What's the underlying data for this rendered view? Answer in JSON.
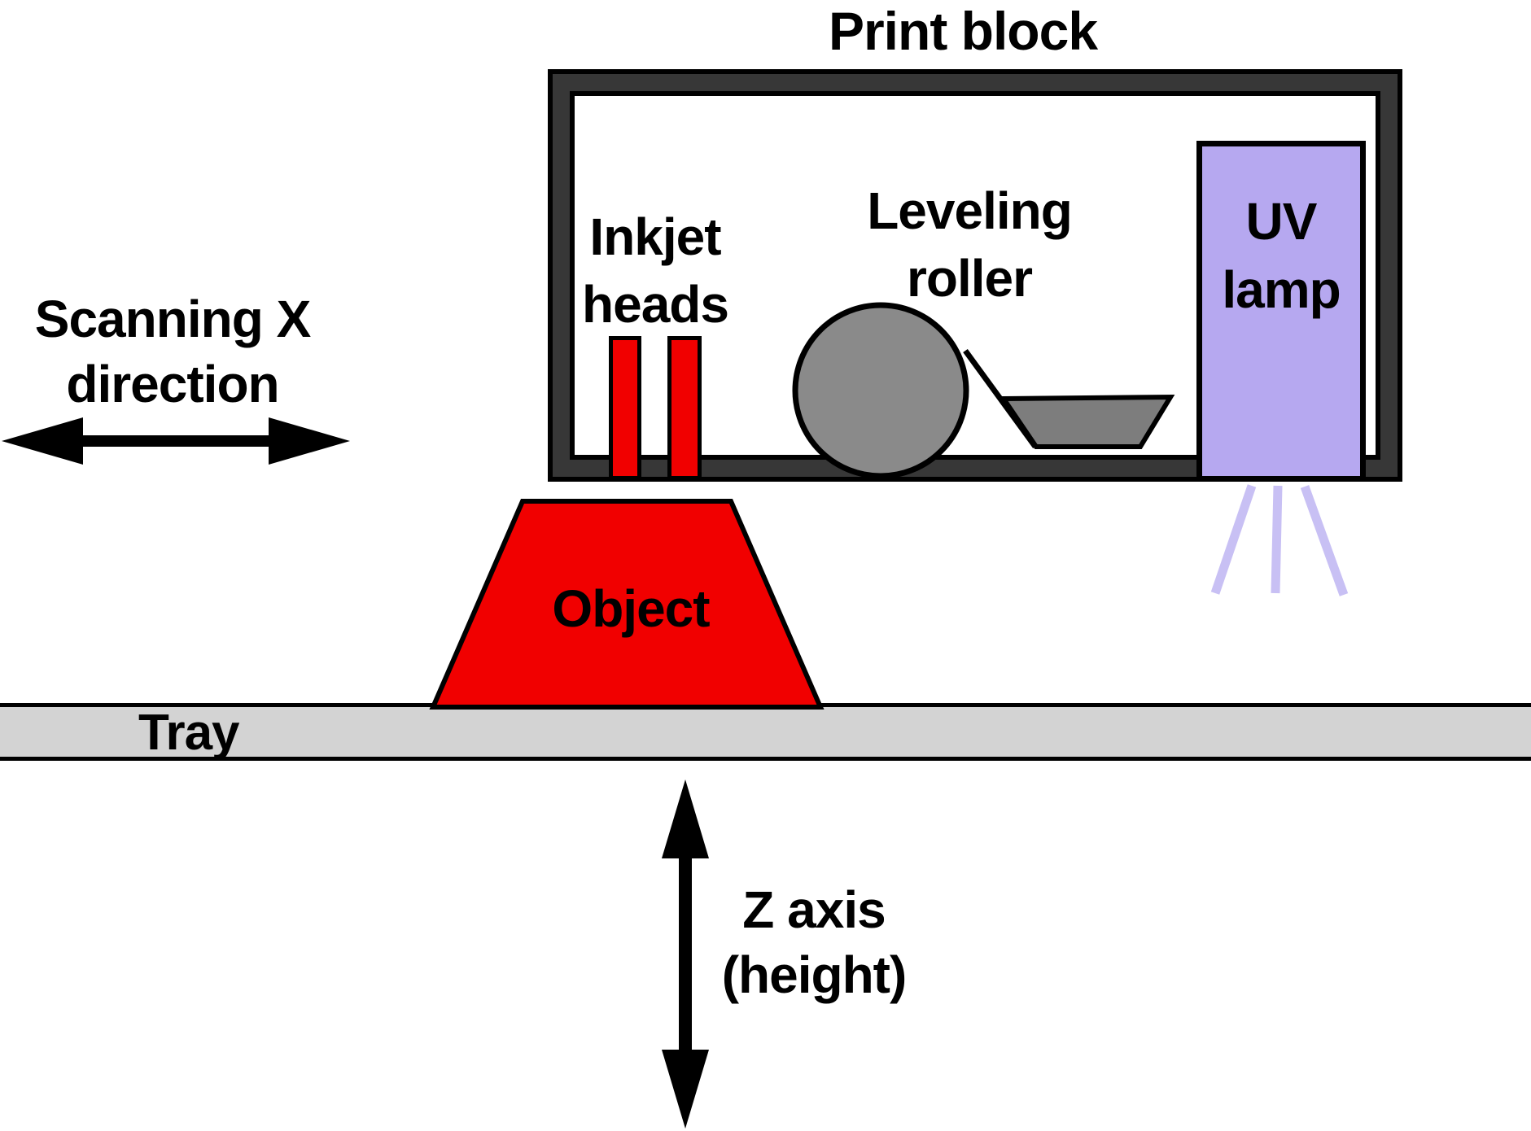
{
  "title": "Print block",
  "labels": {
    "scanning": {
      "line1": "Scanning X",
      "line2": "direction"
    },
    "inkjet": {
      "line1": "Inkjet",
      "line2": "heads"
    },
    "roller": {
      "line1": "Leveling",
      "line2": "roller"
    },
    "uv": {
      "line1": "UV",
      "line2": "lamp"
    },
    "object": "Object",
    "tray": "Tray",
    "zaxis": {
      "line1": "Z axis",
      "line2": "(height)"
    }
  },
  "colors": {
    "frame": "#373737",
    "red": "#f10000",
    "roller": "#8a8a8a",
    "bowl": "#7d7d7d",
    "tray": "#d3d3d3",
    "lamp": "#b6a8f0",
    "ray": "#c8c0f4"
  }
}
